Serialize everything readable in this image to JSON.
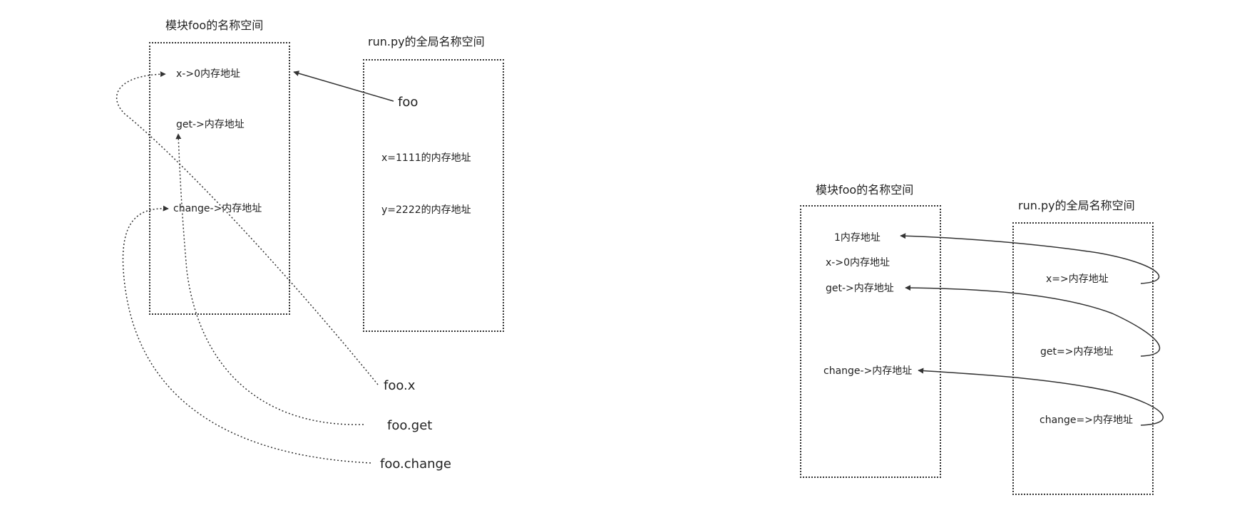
{
  "left": {
    "module_title": "模块foo的名称空间",
    "module_entries": {
      "x": "x->0内存地址",
      "get": "get->内存地址",
      "change": "change->内存地址"
    },
    "run_title": "run.py的全局名称空间",
    "run_entries": {
      "foo": "foo",
      "x": "x=1111的内存地址",
      "y": "y=2222的内存地址"
    },
    "refs": {
      "foo_x": "foo.x",
      "foo_get": "foo.get",
      "foo_change": "foo.change"
    }
  },
  "right": {
    "module_title": "模块foo的名称空间",
    "module_entries": {
      "one": "1内存地址",
      "x": "x->0内存地址",
      "get": "get->内存地址",
      "change": "change->内存地址"
    },
    "run_title": "run.py的全局名称空间",
    "run_entries": {
      "x": "x=>内存地址",
      "get": "get=>内存地址",
      "change": "change=>内存地址"
    }
  },
  "colors": {
    "line": "#333333",
    "text": "#222222",
    "background": "#ffffff"
  }
}
